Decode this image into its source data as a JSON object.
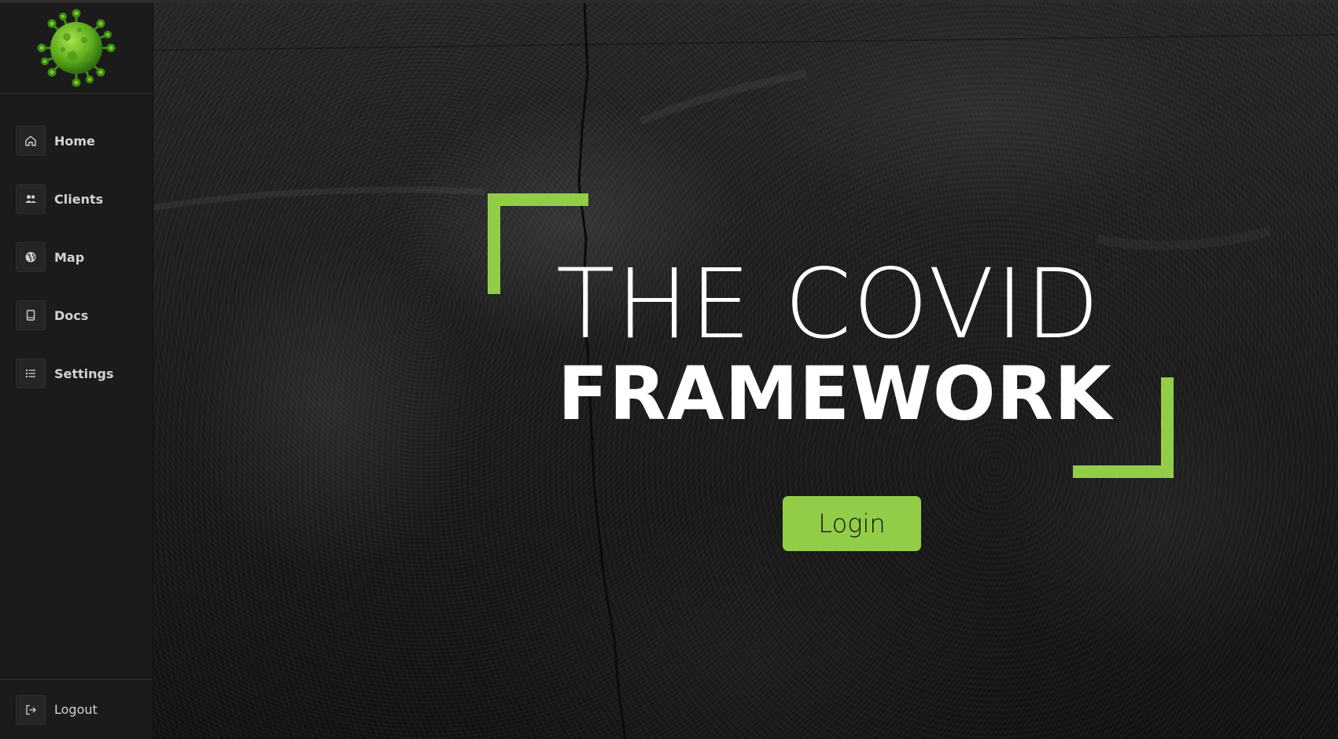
{
  "app": {
    "logo_icon": "virus-icon",
    "accent_color": "#92cd48"
  },
  "sidebar": {
    "items": [
      {
        "label": "Home",
        "icon": "home-icon"
      },
      {
        "label": "Clients",
        "icon": "users-icon"
      },
      {
        "label": "Map",
        "icon": "globe-icon"
      },
      {
        "label": "Docs",
        "icon": "book-icon"
      },
      {
        "label": "Settings",
        "icon": "list-icon"
      }
    ],
    "logout": {
      "label": "Logout",
      "icon": "logout-icon"
    }
  },
  "hero": {
    "title_line1": "THE COVID",
    "title_line2": "FRAMEWORK",
    "login_label": "Login"
  }
}
